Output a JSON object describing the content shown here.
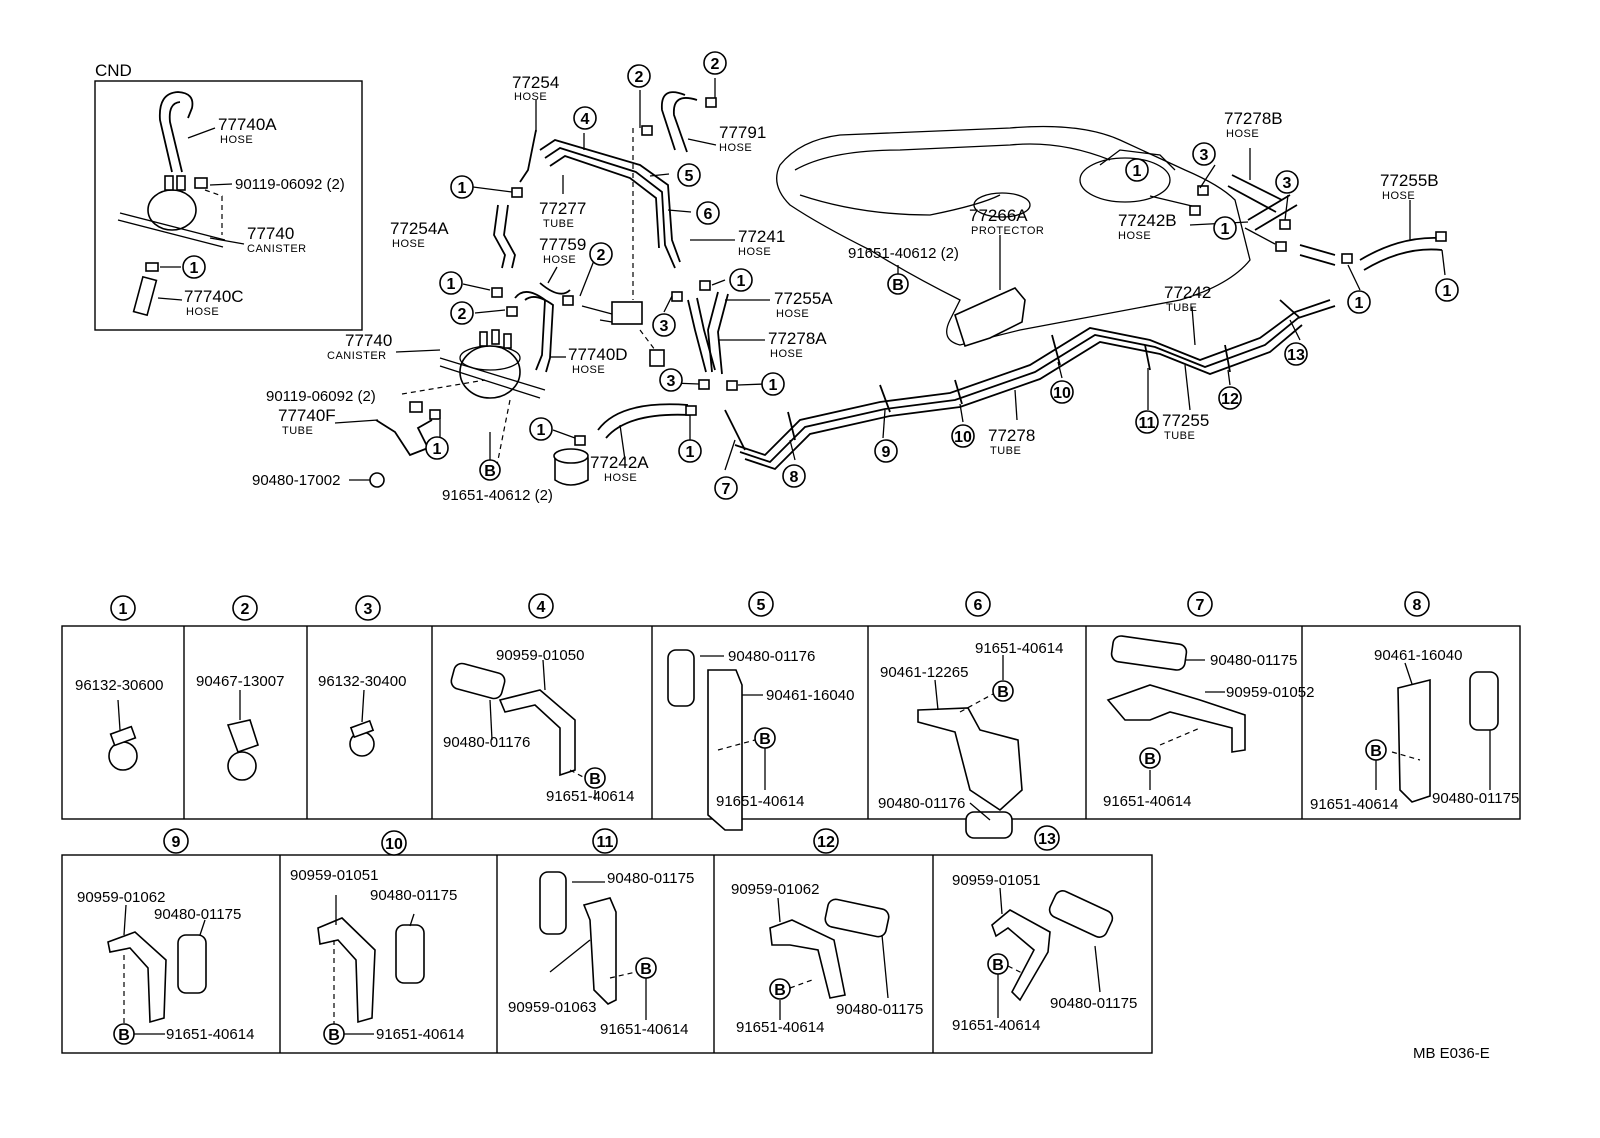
{
  "diagram": {
    "code": "MB  E036-E",
    "inset_title": "CND",
    "callouts": [
      {
        "num": "77740A",
        "desc": "HOSE"
      },
      {
        "num": "90119-06092 (2)",
        "desc": ""
      },
      {
        "num": "77740",
        "desc": "CANISTER"
      },
      {
        "num": "77740C",
        "desc": "HOSE"
      },
      {
        "num": "77254",
        "desc": "HOSE"
      },
      {
        "num": "77254A",
        "desc": "HOSE"
      },
      {
        "num": "77277",
        "desc": "TUBE"
      },
      {
        "num": "77759",
        "desc": "HOSE"
      },
      {
        "num": "77791",
        "desc": "HOSE"
      },
      {
        "num": "77241",
        "desc": "HOSE"
      },
      {
        "num": "77255A",
        "desc": "HOSE"
      },
      {
        "num": "77278A",
        "desc": "HOSE"
      },
      {
        "num": "77740D",
        "desc": "HOSE"
      },
      {
        "num": "77740",
        "desc": "CANISTER"
      },
      {
        "num": "90119-06092 (2)",
        "desc": ""
      },
      {
        "num": "77740F",
        "desc": "TUBE"
      },
      {
        "num": "90480-17002",
        "desc": ""
      },
      {
        "num": "91651-40612 (2)",
        "desc": ""
      },
      {
        "num": "77242A",
        "desc": "HOSE"
      },
      {
        "num": "77266A",
        "desc": "PROTECTOR"
      },
      {
        "num": "91651-40612 (2)",
        "desc": ""
      },
      {
        "num": "77278B",
        "desc": "HOSE"
      },
      {
        "num": "77242B",
        "desc": "HOSE"
      },
      {
        "num": "77255B",
        "desc": "HOSE"
      },
      {
        "num": "77242",
        "desc": "TUBE"
      },
      {
        "num": "77278",
        "desc": "TUBE"
      },
      {
        "num": "77255",
        "desc": "TUBE"
      }
    ],
    "refs": [
      "1",
      "2",
      "3",
      "4",
      "5",
      "6",
      "7",
      "8",
      "9",
      "10",
      "11",
      "12",
      "13"
    ],
    "bolt_letter": "B",
    "panels": [
      {
        "ref": "1",
        "parts": [
          "96132-30600"
        ]
      },
      {
        "ref": "2",
        "parts": [
          "90467-13007"
        ]
      },
      {
        "ref": "3",
        "parts": [
          "96132-30400"
        ]
      },
      {
        "ref": "4",
        "parts": [
          "90959-01050",
          "90480-01176",
          "91651-40614"
        ]
      },
      {
        "ref": "5",
        "parts": [
          "90480-01176",
          "90461-16040",
          "91651-40614"
        ]
      },
      {
        "ref": "6",
        "parts": [
          "91651-40614",
          "90461-12265",
          "90480-01176"
        ]
      },
      {
        "ref": "7",
        "parts": [
          "90480-01175",
          "90959-01052",
          "91651-40614"
        ]
      },
      {
        "ref": "8",
        "parts": [
          "90461-16040",
          "91651-40614",
          "90480-01175"
        ]
      },
      {
        "ref": "9",
        "parts": [
          "90959-01062",
          "90480-01175",
          "91651-40614"
        ]
      },
      {
        "ref": "10",
        "parts": [
          "90959-01051",
          "90480-01175",
          "91651-40614"
        ]
      },
      {
        "ref": "11",
        "parts": [
          "90480-01175",
          "90959-01063",
          "91651-40614"
        ]
      },
      {
        "ref": "12",
        "parts": [
          "90959-01062",
          "91651-40614",
          "90480-01175"
        ]
      },
      {
        "ref": "13",
        "parts": [
          "90959-01051",
          "91651-40614",
          "90480-01175"
        ]
      }
    ]
  }
}
